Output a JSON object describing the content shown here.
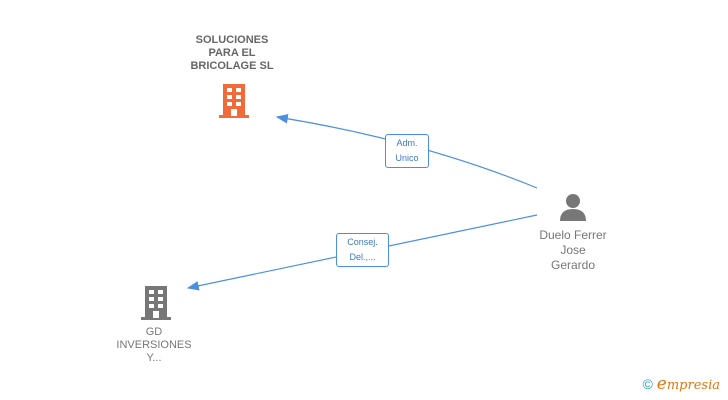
{
  "nodes": {
    "company_top": {
      "lines": [
        "SOLUCIONES",
        "PARA EL",
        "BRICOLAGE  SL"
      ],
      "icon": "building-icon",
      "color": "#f26a3a"
    },
    "company_bottom": {
      "lines": [
        "GD",
        "INVERSIONES",
        "Y..."
      ],
      "icon": "building-icon",
      "color": "#777777"
    },
    "person": {
      "lines": [
        "Duelo Ferrer",
        "Jose",
        "Gerardo"
      ],
      "icon": "person-icon",
      "color": "#777777"
    }
  },
  "edges": [
    {
      "label_lines": [
        "Adm.",
        "Unico"
      ],
      "from": "person",
      "to": "company_top"
    },
    {
      "label_lines": [
        "Consej.",
        "Del.,..."
      ],
      "from": "person",
      "to": "company_bottom"
    }
  ],
  "edge_color": "#4a8fe0",
  "footer": {
    "copyright": "©",
    "brand_initial": "e",
    "brand_rest": "mpresia"
  }
}
